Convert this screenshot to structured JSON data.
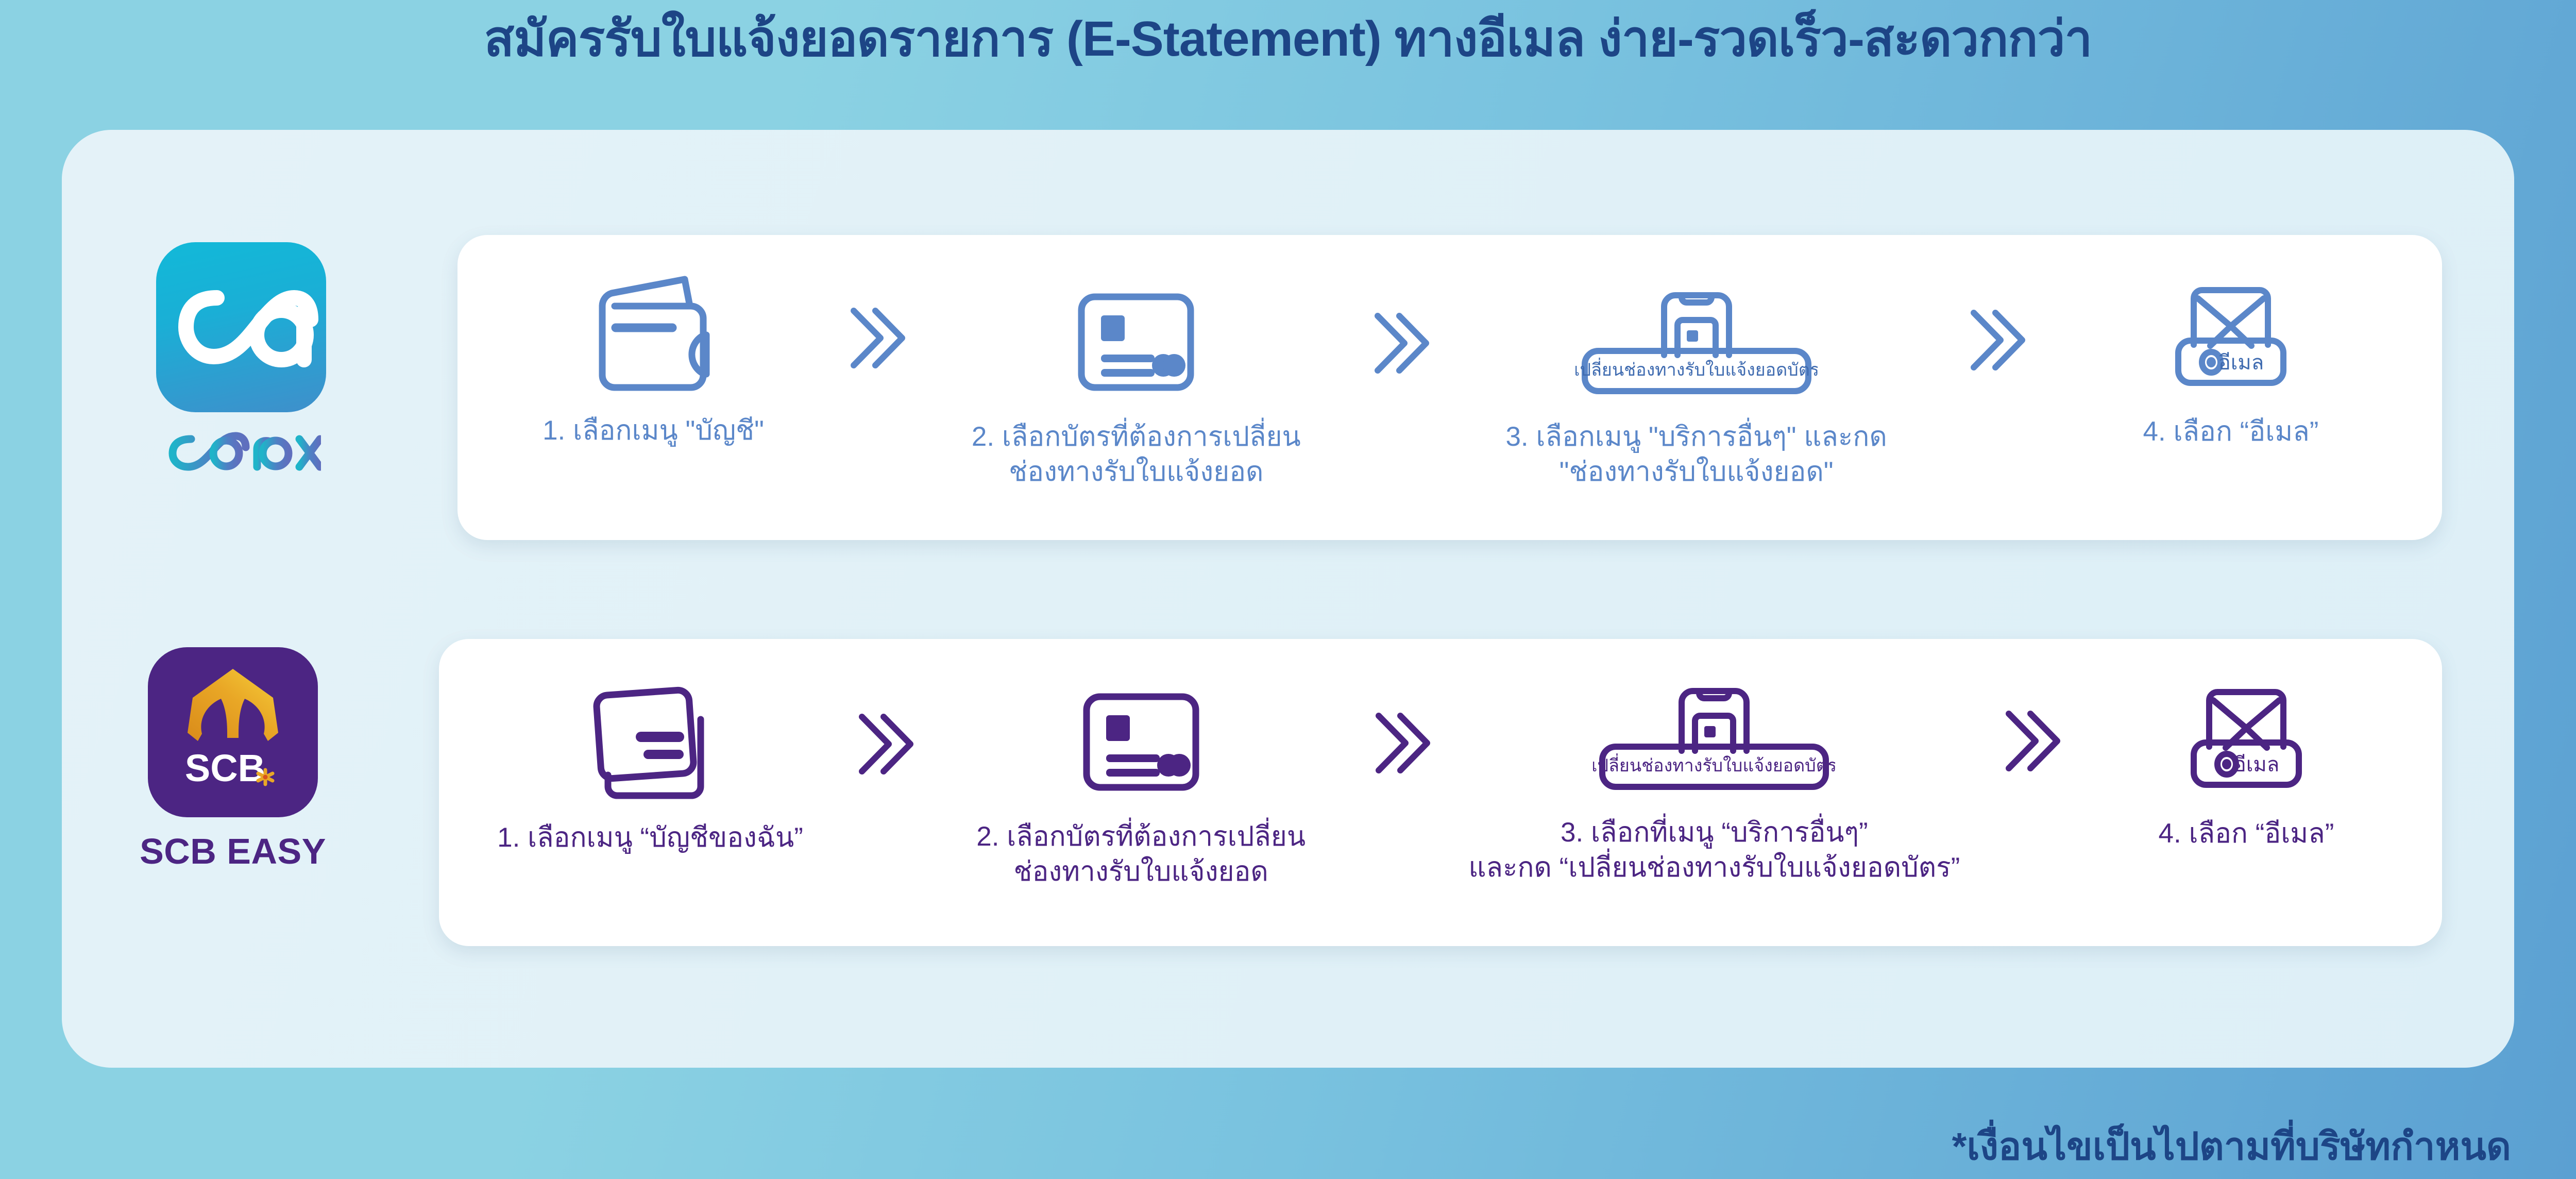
{
  "banner": {
    "title": "สมัครรับใบแจ้งยอดรายการ (E-Statement) ทางอีเมล ง่าย-รวดเร็ว-สะดวกกว่า",
    "footer_note": "*เงื่อนไขเป็นไปตามที่บริษัทกำหนด"
  },
  "colors": {
    "background_start": "#8bd2e3",
    "background_end": "#5ba0d2",
    "panel": "#e1f1f7",
    "title_blue": "#1d4586",
    "cardx_accent": "#5b87c9",
    "cardx_icon_start": "#12b9d8",
    "cardx_icon_end": "#3f8fcb",
    "scb_purple": "#4c2583",
    "scb_gold": "#e8a427",
    "card_white": "#ffffff"
  },
  "rows": [
    {
      "brand": {
        "id": "cardx",
        "app_icon_name": "cardx-app-icon",
        "wordmark": "CardX"
      },
      "steps": [
        {
          "icon": "wallet-icon",
          "caption": "1. เลือกเมนู \"บัญชี\""
        },
        {
          "icon": "credit-card-icon",
          "caption": "2. เลือกบัตรที่ต้องการเปลี่ยน\nช่องทางรับใบแจ้งยอด"
        },
        {
          "icon": "phone-menu-icon",
          "button_label": "เปลี่ยนช่องทางรับใบแจ้งยอดบัตร",
          "caption": "3. เลือกเมนู \"บริการอื่นๆ\" และกด\n\"ช่องทางรับใบแจ้งยอด\""
        },
        {
          "icon": "envelope-email-icon",
          "option_label": "อีเมล",
          "caption": "4. เลือก “อีเมล”"
        }
      ],
      "arrow_icon": "double-chevron-right-icon"
    },
    {
      "brand": {
        "id": "scb",
        "app_icon_name": "scb-app-icon",
        "icon_text": "SCB",
        "wordmark": "SCB EASY"
      },
      "steps": [
        {
          "icon": "stacked-cards-icon",
          "caption": "1. เลือกเมนู “บัญชีของฉัน”"
        },
        {
          "icon": "credit-card-icon",
          "caption": "2. เลือกบัตรที่ต้องการเปลี่ยน\nช่องทางรับใบแจ้งยอด"
        },
        {
          "icon": "phone-menu-icon",
          "button_label": "เปลี่ยนช่องทางรับใบแจ้งยอดบัตร",
          "caption": "3. เลือกที่เมนู “บริการอื่นๆ”\nและกด “เปลี่ยนช่องทางรับใบแจ้งยอดบัตร”"
        },
        {
          "icon": "envelope-email-icon",
          "option_label": "อีเมล",
          "caption": "4. เลือก “อีเมล”"
        }
      ],
      "arrow_icon": "double-chevron-right-icon"
    }
  ]
}
